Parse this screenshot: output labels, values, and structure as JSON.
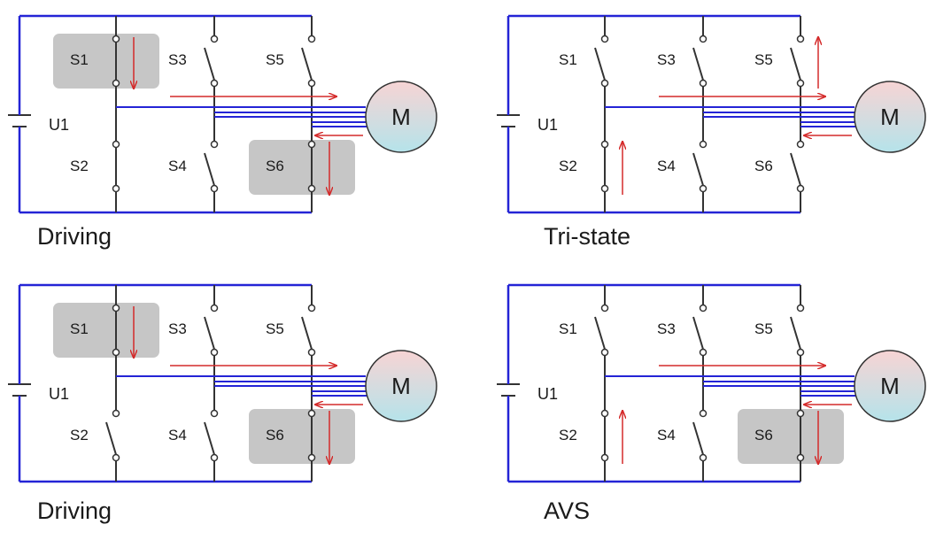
{
  "colors": {
    "rail": "#2424d6",
    "phase": "#2424d6",
    "switch_wire": "#333333",
    "arrow": "#d42a2a",
    "highlight": "#c0c0c0",
    "motor_top": "#f7d4d4",
    "motor_bottom": "#b5e3ea"
  },
  "labels": {
    "battery": "U1",
    "motor": "M",
    "switches": [
      "S1",
      "S2",
      "S3",
      "S4",
      "S5",
      "S6"
    ]
  },
  "panels": [
    {
      "caption": "Driving",
      "highlighted": [
        "S1",
        "S6"
      ],
      "open_switches": [
        "S3",
        "S4",
        "S5"
      ],
      "arrows": {
        "S1": "down",
        "S6": "down"
      }
    },
    {
      "caption": "Tri-state",
      "highlighted": [],
      "open_switches": [
        "S1",
        "S3",
        "S4",
        "S5",
        "S6"
      ],
      "arrows": {
        "S2": "up",
        "S5": "up"
      }
    },
    {
      "caption": "Driving",
      "highlighted": [
        "S1",
        "S6"
      ],
      "open_switches": [
        "S2",
        "S3",
        "S4",
        "S5"
      ],
      "arrows": {
        "S1": "down",
        "S6": "down"
      }
    },
    {
      "caption": "AVS",
      "highlighted": [
        "S6"
      ],
      "open_switches": [
        "S1",
        "S3",
        "S4",
        "S5"
      ],
      "arrows": {
        "S2": "up",
        "S6": "down"
      }
    }
  ]
}
